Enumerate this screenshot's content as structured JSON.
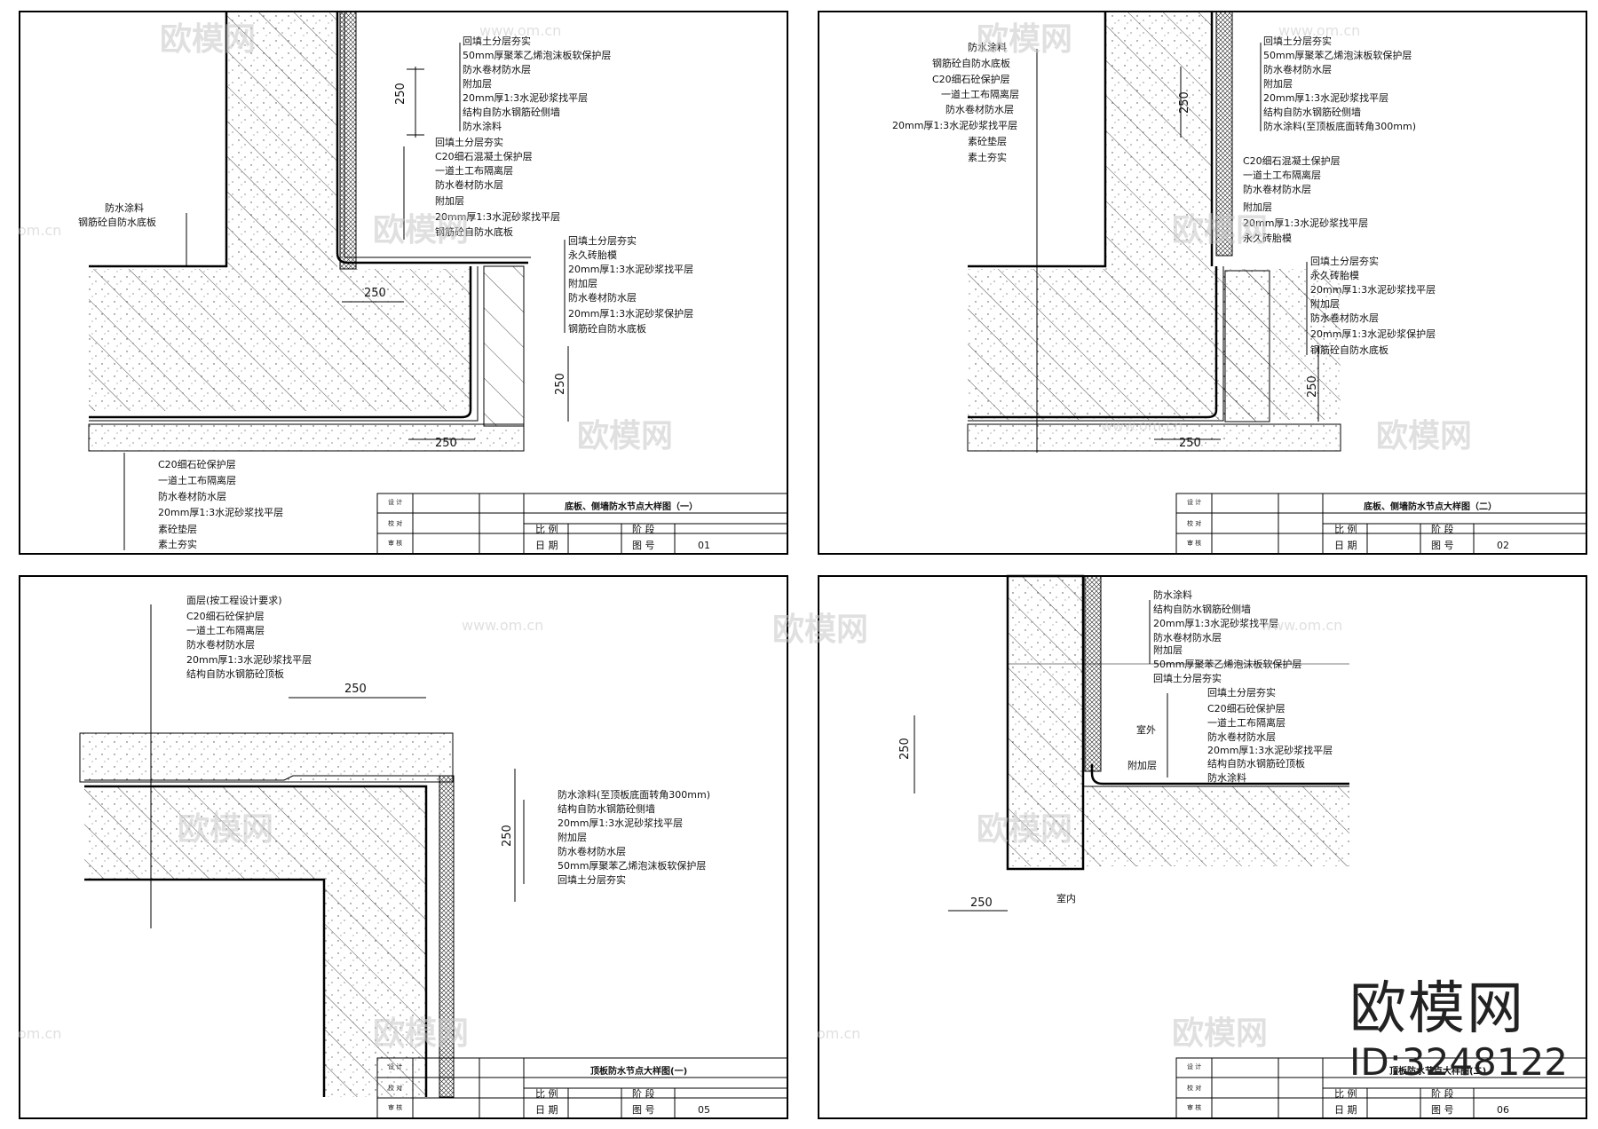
{
  "watermark": {
    "brand": "欧模网",
    "url": "www.om.cn",
    "url_short": "om.cn"
  },
  "brand_stamp": {
    "name": "欧模网",
    "id": "ID:3248122"
  },
  "titleblock_labels": {
    "row1": "设 计",
    "row2": "校 对",
    "row3": "审 核",
    "scale": "比 例",
    "stage": "阶 段",
    "date": "日 期",
    "drawing_no": "图 号"
  },
  "sheets": [
    {
      "title": "底板、侧墙防水节点大样图（一）",
      "number": "01",
      "dims": [
        "250",
        "250",
        "250",
        "250"
      ],
      "labels_a": [
        "回填土分层夯实",
        "50mm厚聚苯乙烯泡沫板软保护层",
        "防水卷材防水层",
        "附加层",
        "20mm厚1:3水泥砂浆找平层",
        "结构自防水钢筋砼侧墙",
        "防水涂料"
      ],
      "labels_b": [
        "回填土分层夯实",
        "C20细石混凝土保护层",
        "一道土工布隔离层",
        "防水卷材防水层",
        "附加层",
        "20mm厚1:3水泥砂浆找平层",
        "钢筋砼自防水底板"
      ],
      "labels_c": [
        "回填土分层夯实",
        "永久砖胎模",
        "20mm厚1:3水泥砂浆找平层",
        "附加层",
        "防水卷材防水层",
        "20mm厚1:3水泥砂浆保护层",
        "钢筋砼自防水底板"
      ],
      "labels_d": [
        "C20细石砼保护层",
        "一道土工布隔离层",
        "防水卷材防水层",
        "20mm厚1:3水泥砂浆找平层",
        "素砼垫层",
        "素土夯实"
      ],
      "labels_e": [
        "防水涂料",
        "钢筋砼自防水底板"
      ]
    },
    {
      "title": "底板、侧墙防水节点大样图（二）",
      "number": "02",
      "dims": [
        "250",
        "250",
        "250"
      ],
      "labels_a": [
        "回填土分层夯实",
        "50mm厚聚苯乙烯泡沫板软保护层",
        "防水卷材防水层",
        "附加层",
        "20mm厚1:3水泥砂浆找平层",
        "结构自防水钢筋砼侧墙",
        "防水涂料(至顶板底面转角300mm)"
      ],
      "labels_b": [
        "C20细石混凝土保护层",
        "一道土工布隔离层",
        "防水卷材防水层",
        "附加层",
        "20mm厚1:3水泥砂浆找平层",
        "永久砖胎模"
      ],
      "labels_c": [
        "回填土分层夯实",
        "永久砖胎模",
        "20mm厚1:3水泥砂浆找平层",
        "附加层",
        "防水卷材防水层",
        "20mm厚1:3水泥砂浆保护层",
        "钢筋砼自防水底板"
      ],
      "labels_d": [
        "防水涂料",
        "钢筋砼自防水底板",
        "C20细石砼保护层",
        "一道土工布隔离层",
        "防水卷材防水层",
        "20mm厚1:3水泥砂浆找平层",
        "素砼垫层",
        "素土夯实"
      ]
    },
    {
      "title": "顶板防水节点大样图(一)",
      "number": "05",
      "dims": [
        "250",
        "250"
      ],
      "labels_a": [
        "面层(按工程设计要求)",
        "C20细石砼保护层",
        "一道土工布隔离层",
        "防水卷材防水层",
        "20mm厚1:3水泥砂浆找平层",
        "结构自防水钢筋砼顶板"
      ],
      "labels_b": [
        "防水涂料(至顶板底面转角300mm)",
        "结构自防水钢筋砼侧墙",
        "20mm厚1:3水泥砂浆找平层",
        "附加层",
        "防水卷材防水层",
        "50mm厚聚苯乙烯泡沫板软保护层",
        "回填土分层夯实"
      ]
    },
    {
      "title": "顶板防水节点大样图(二)",
      "number": "06",
      "dims": [
        "250",
        "250"
      ],
      "labels_a": [
        "防水涂料",
        "结构自防水钢筋砼侧墙",
        "20mm厚1:3水泥砂浆找平层",
        "防水卷材防水层",
        "附加层",
        "50mm厚聚苯乙烯泡沫板软保护层",
        "回填土分层夯实"
      ],
      "labels_b": [
        "回填土分层夯实",
        "C20细石砼保护层",
        "一道土工布隔离层",
        "防水卷材防水层",
        "20mm厚1:3水泥砂浆找平层",
        "结构自防水钢筋砼顶板",
        "防水涂料"
      ],
      "label_outdoor": "室外",
      "label_indoor": "室内",
      "label_add": "附加层"
    }
  ]
}
